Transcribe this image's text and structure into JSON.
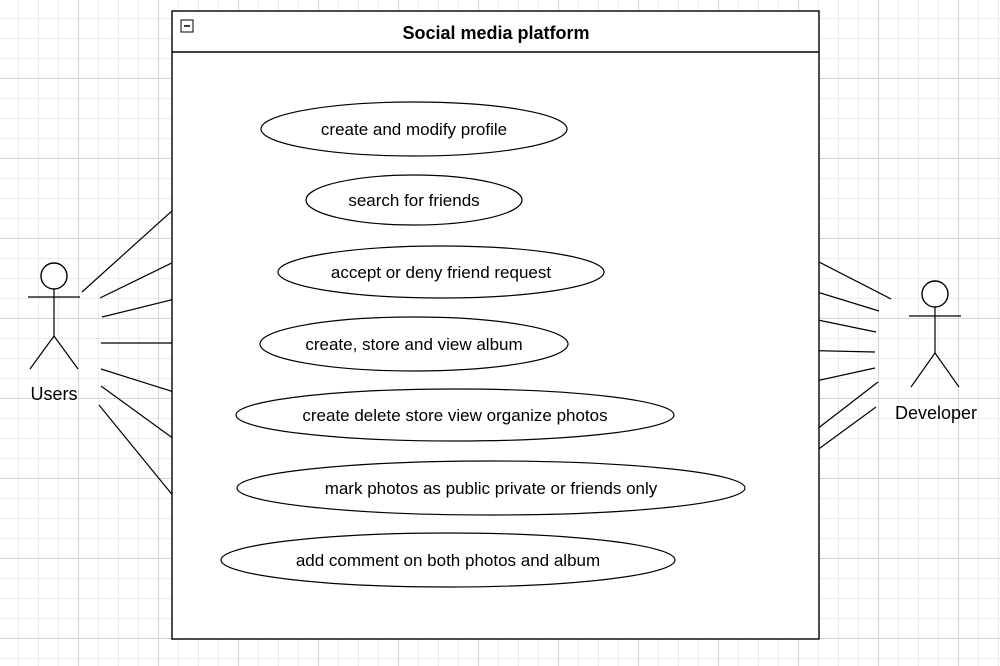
{
  "system": {
    "title": "Social media platform",
    "collapse_glyph": "−"
  },
  "actors": {
    "left": {
      "label": "Users"
    },
    "right": {
      "label": "Developer"
    }
  },
  "use_cases": [
    {
      "id": "uc1",
      "label": "create and modify profile"
    },
    {
      "id": "uc2",
      "label": "search for friends"
    },
    {
      "id": "uc3",
      "label": "accept or deny friend request"
    },
    {
      "id": "uc4",
      "label": "create, store and view album"
    },
    {
      "id": "uc5",
      "label": "create delete store view organize photos"
    },
    {
      "id": "uc6",
      "label": "mark photos as public private or friends only"
    },
    {
      "id": "uc7",
      "label": "add comment on both photos and album"
    }
  ],
  "associations": [
    {
      "actor": "left",
      "use_case": "uc1"
    },
    {
      "actor": "left",
      "use_case": "uc2"
    },
    {
      "actor": "left",
      "use_case": "uc3"
    },
    {
      "actor": "left",
      "use_case": "uc4"
    },
    {
      "actor": "left",
      "use_case": "uc5"
    },
    {
      "actor": "left",
      "use_case": "uc6"
    },
    {
      "actor": "left",
      "use_case": "uc7"
    },
    {
      "actor": "right",
      "use_case": "uc1"
    },
    {
      "actor": "right",
      "use_case": "uc2"
    },
    {
      "actor": "right",
      "use_case": "uc3"
    },
    {
      "actor": "right",
      "use_case": "uc4"
    },
    {
      "actor": "right",
      "use_case": "uc5"
    },
    {
      "actor": "right",
      "use_case": "uc6"
    },
    {
      "actor": "right",
      "use_case": "uc7"
    }
  ]
}
